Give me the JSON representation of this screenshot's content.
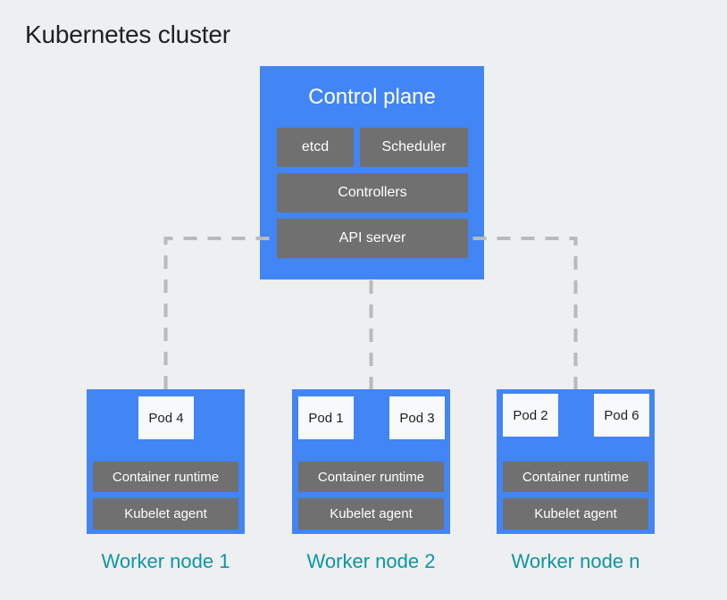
{
  "title": "Kubernetes cluster",
  "control_plane": {
    "label": "Control plane",
    "etcd": "etcd",
    "scheduler": "Scheduler",
    "controllers": "Controllers",
    "api_server": "API server"
  },
  "worker_nodes": [
    {
      "label": "Worker node 1",
      "pods": [
        "Pod 4"
      ],
      "container_runtime": "Container runtime",
      "kubelet_agent": "Kubelet agent"
    },
    {
      "label": "Worker node 2",
      "pods": [
        "Pod 1",
        "Pod 3"
      ],
      "container_runtime": "Container runtime",
      "kubelet_agent": "Kubelet agent"
    },
    {
      "label": "Worker node n",
      "pods": [
        "Pod 2",
        "Pod 6"
      ],
      "container_runtime": "Container runtime",
      "kubelet_agent": "Kubelet agent"
    }
  ],
  "colors": {
    "background": "#eeeff0",
    "node_blue": "#4285f4",
    "component_gray": "#707070",
    "pod_white": "#f8f9fa",
    "connector_dash_gray": "#b8babb",
    "worker_label_teal": "#0d96a4",
    "title_dark": "#202124"
  }
}
